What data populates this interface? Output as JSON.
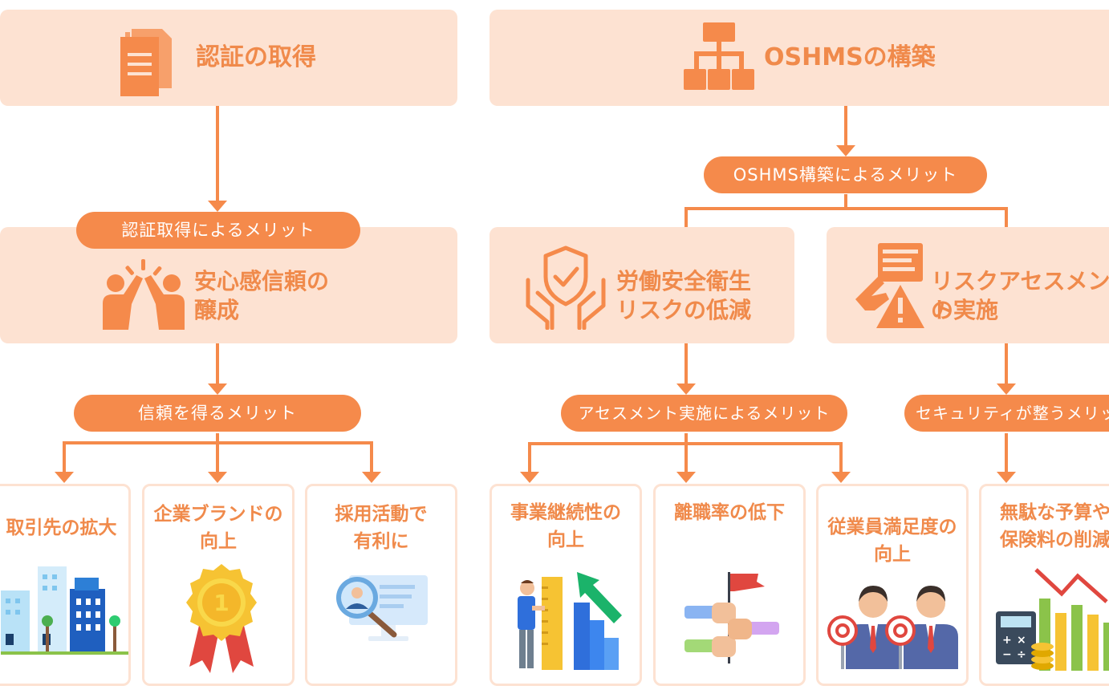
{
  "left": {
    "header": "認証の取得",
    "pill_main": "認証取得によるメリット",
    "panel_title_line1": "安心感信頼の",
    "panel_title_line2": "醸成",
    "pill_sub": "信頼を得るメリット",
    "cards": [
      {
        "title": "取引先の拡大"
      },
      {
        "title": "企業ブランドの\n向上"
      },
      {
        "title": "採用活動で\n有利に"
      }
    ]
  },
  "right": {
    "header": "OSHMSの構築",
    "pill_main": "OSHMS構築によるメリット",
    "panel_a_line1": "労働安全衛生",
    "panel_a_line2": "リスクの低減",
    "panel_b_line1": "リスクアセスメント",
    "panel_b_line2": "の実施",
    "pill_a": "アセスメント実施によるメリット",
    "pill_b": "セキュリティが整うメリット",
    "cards": [
      {
        "title": "事業継続性の\n向上"
      },
      {
        "title": "離職率の低下"
      },
      {
        "title": "従業員満足度の\n向上"
      },
      {
        "title": "無駄な予算や\n保険料の削減"
      }
    ]
  },
  "colors": {
    "accent": "#f58a4b",
    "panel": "#fde2d2",
    "text": "#f08a4b"
  }
}
